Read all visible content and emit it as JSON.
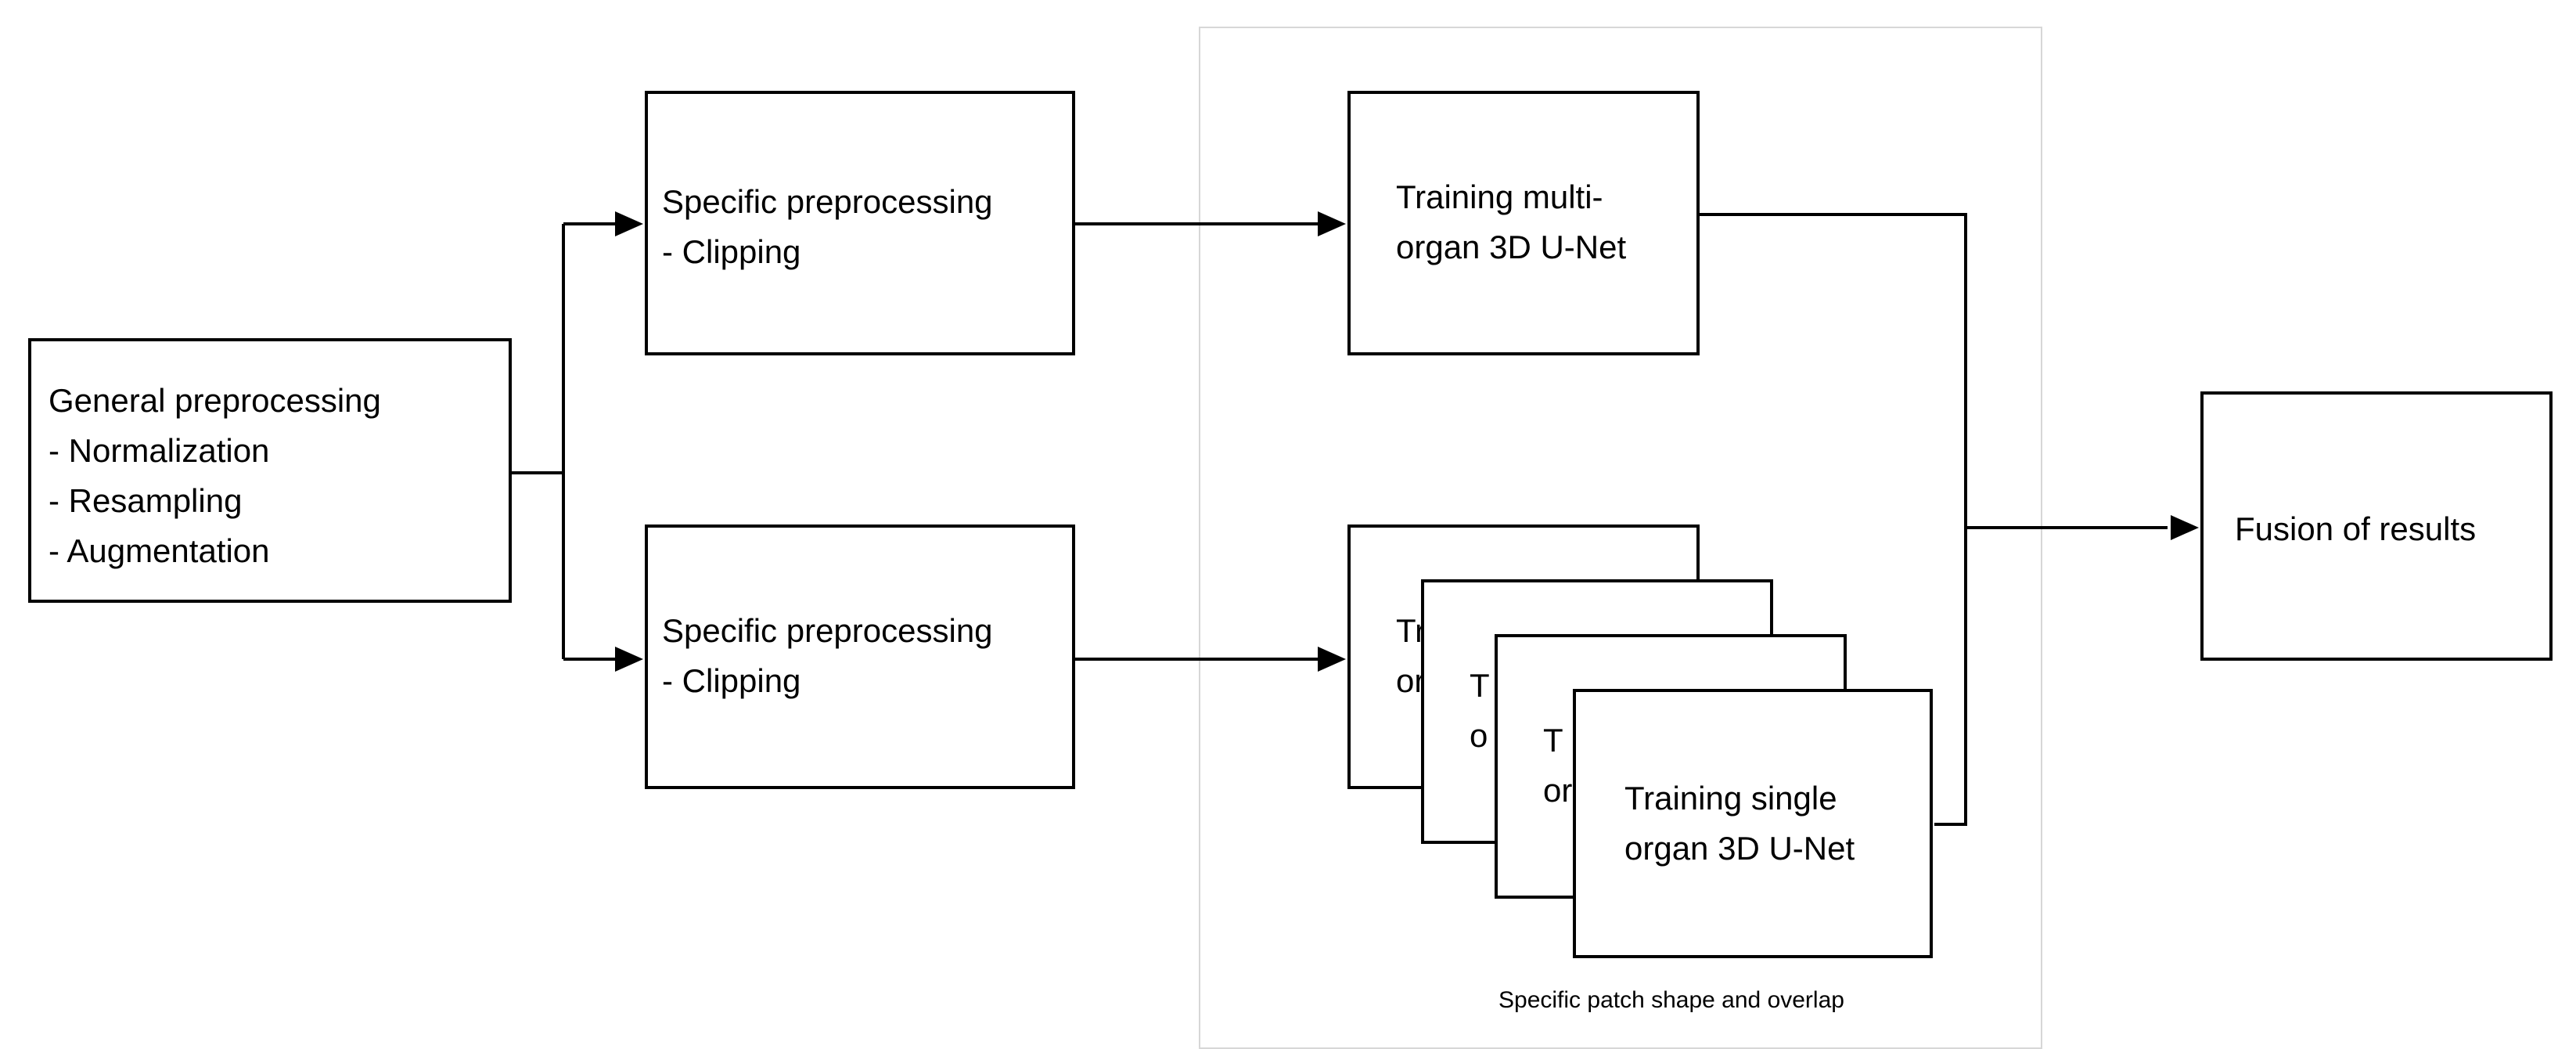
{
  "diagram": {
    "group": {
      "caption": "Specific patch shape and overlap"
    },
    "general_preprocessing": {
      "title": "General preprocessing",
      "items": [
        "- Normalization",
        "- Resampling",
        "- Augmentation"
      ]
    },
    "specific_preprocessing_top": {
      "title": "Specific preprocessing",
      "item": "- Clipping"
    },
    "specific_preprocessing_bottom": {
      "title": "Specific preprocessing",
      "item": "- Clipping"
    },
    "training_multi": {
      "line1": "Training multi-",
      "line2": "organ 3D U-Net"
    },
    "training_single": {
      "line1": "Training single",
      "line2": "organ 3D U-Net",
      "stack_fragments": [
        "Tr",
        "or",
        "T",
        "o",
        "T",
        "or"
      ]
    },
    "fusion": {
      "label": "Fusion of results"
    }
  }
}
